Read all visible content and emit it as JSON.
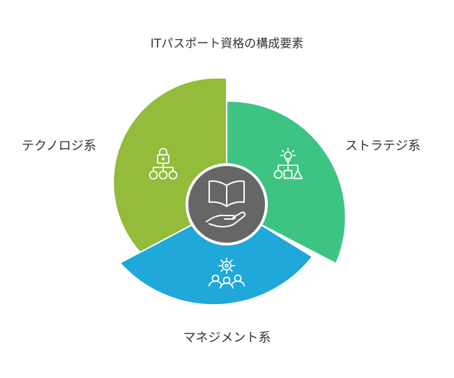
{
  "title": "ITパスポート資格の構成要素",
  "segments": [
    {
      "id": "technology",
      "label": "テクノロジ系",
      "color": "#92BC3A",
      "icon": "lock-hierarchy-icon"
    },
    {
      "id": "strategy",
      "label": "ストラテジ系",
      "color": "#3DC483",
      "icon": "idea-shapes-icon"
    },
    {
      "id": "management",
      "label": "マネジメント系",
      "color": "#1FA8D9",
      "icon": "gear-team-icon"
    }
  ],
  "center": {
    "color": "#666666",
    "icon": "book-hand-icon"
  }
}
